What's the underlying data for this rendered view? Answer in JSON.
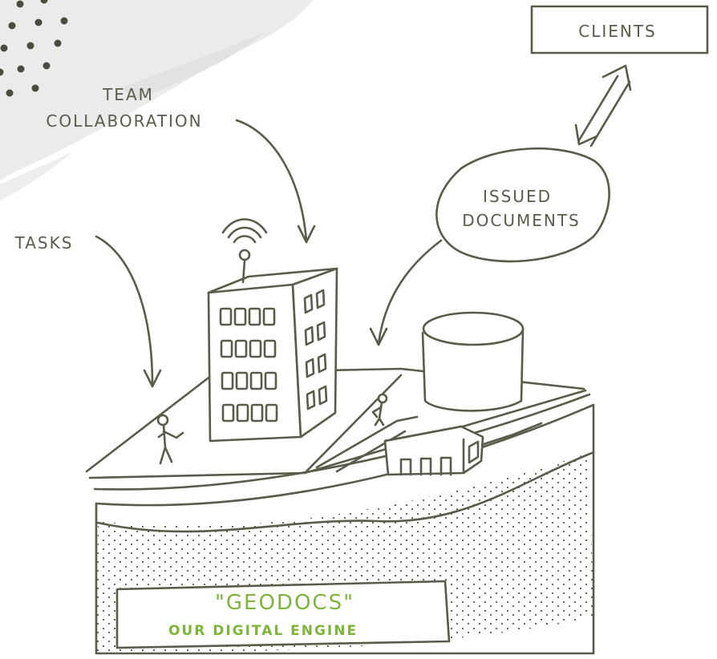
{
  "colors": {
    "ink": "#585c48",
    "accent_green": "#7db53b",
    "brush_grey": "#e6e6e6",
    "background": "#ffffff"
  },
  "labels": {
    "clients": "CLIENTS",
    "team_line1": "TEAM",
    "team_line2": "COLLABORATION",
    "tasks": "TASKS",
    "issued_line1": "ISSUED",
    "issued_line2": "DOCUMENTS"
  },
  "engine": {
    "title": "\"GEODOCS\"",
    "subtitle": "OUR DIGITAL ENGINE"
  },
  "icons": [
    "wifi-signal-icon",
    "dots-pattern-icon",
    "person-icon"
  ]
}
